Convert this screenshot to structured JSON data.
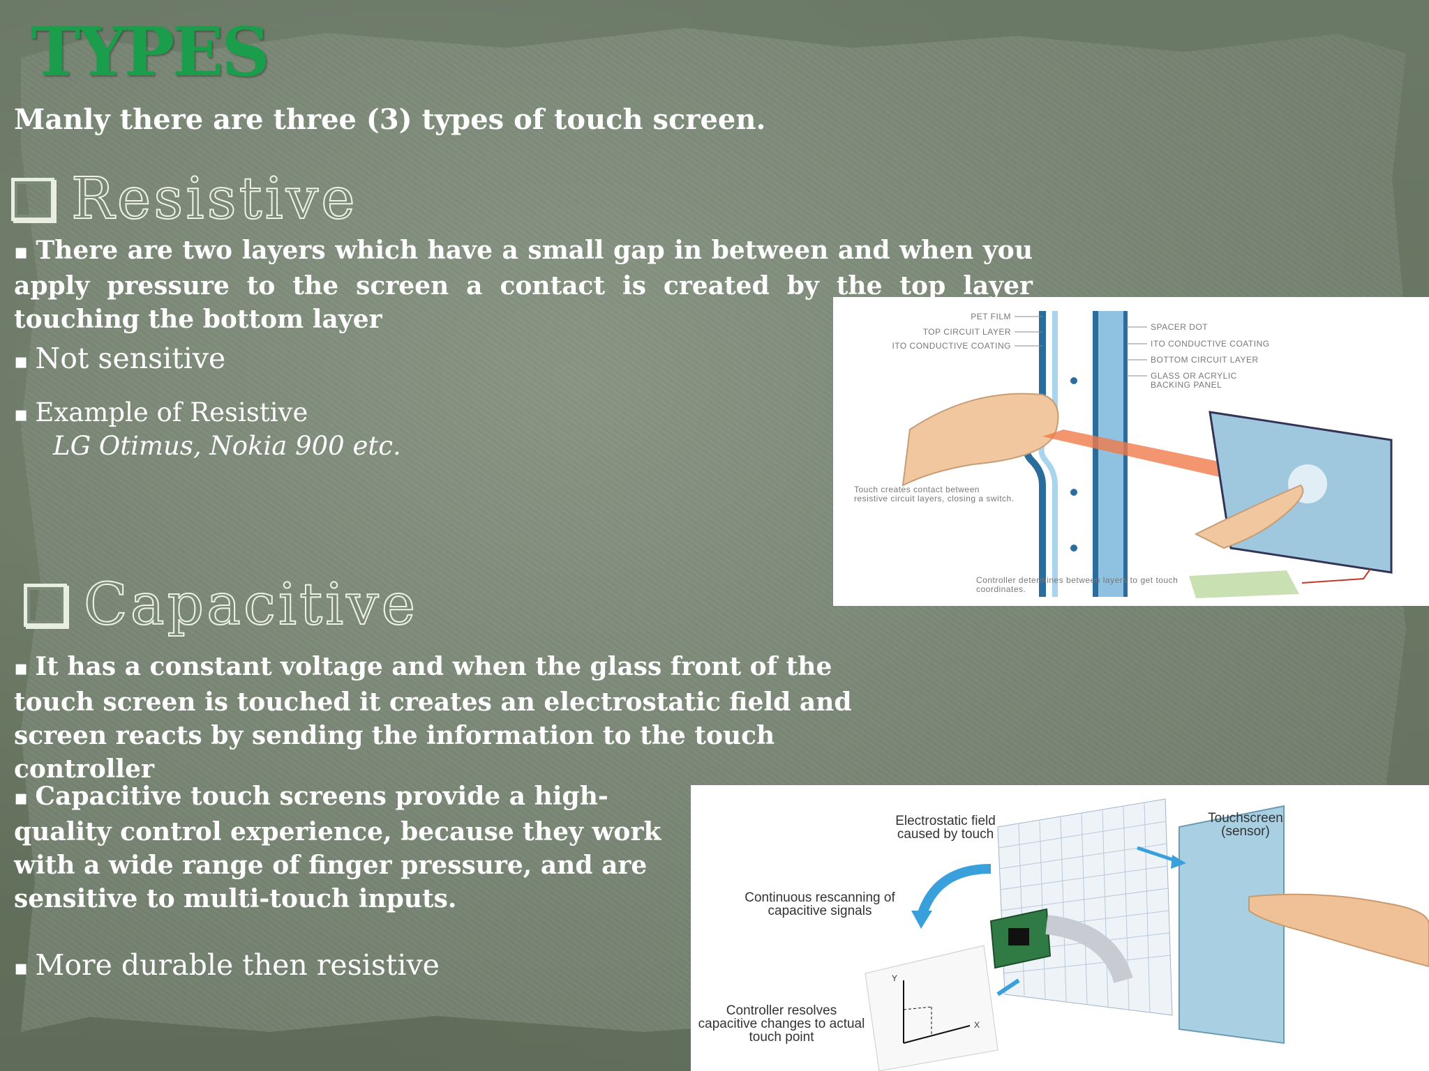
{
  "title": "TYPES",
  "subtitle": "Manly there are three (3) types of touch screen.",
  "resistive": {
    "heading": "Resistive",
    "description": "There are two layers which have a small gap in between and when you apply pressure to the screen a contact is created by the top layer touching the bottom layer",
    "point": "Not sensitive",
    "example_label": "Example of Resistive",
    "example_items": "LG Otimus, Nokia 900 etc.",
    "figure": {
      "labels_left": [
        "PET FILM",
        "TOP CIRCUIT LAYER",
        "ITO CONDUCTIVE COATING"
      ],
      "labels_right": [
        "SPACER DOT",
        "ITO CONDUCTIVE COATING",
        "BOTTOM CIRCUIT LAYER",
        "GLASS OR ACRYLIC BACKING PANEL"
      ],
      "caption_touch": "Touch creates contact between resistive circuit layers, closing a switch.",
      "caption_controller": "Controller determines between layers to get touch coordinates."
    }
  },
  "capacitive": {
    "heading": "Capacitive",
    "description": "It has a constant voltage and when the glass front of the touch screen is touched it creates an electrostatic field and screen reacts by sending the information to the touch controller",
    "quality": "Capacitive touch screens provide a high-quality control experience, because they work with a wide range of finger pressure, and are sensitive to multi-touch inputs.",
    "point": "More durable then resistive",
    "figure": {
      "label_field": "Electrostatic field caused by touch",
      "label_sensor": "Touchscreen (sensor)",
      "label_rescan": "Continuous rescanning of capacitive signals",
      "label_controller": "Controller resolves capacitive changes to actual touch point",
      "axis_y": "Y",
      "axis_x": "X"
    }
  },
  "colors": {
    "title": "#1a9e4b",
    "text": "#ffffff",
    "background": "#7b8876"
  }
}
